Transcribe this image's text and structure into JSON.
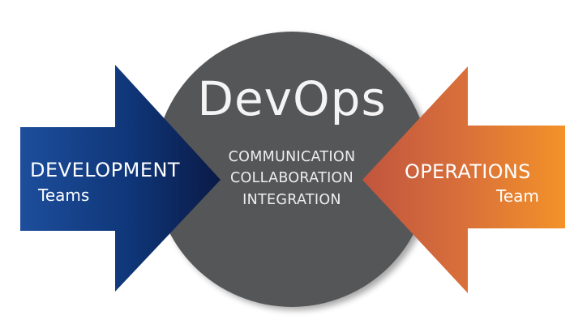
{
  "diagram": {
    "title": "DevOps",
    "pillars": [
      "COMMUNICATION",
      "COLLABORATION",
      "INTEGRATION"
    ],
    "left_arrow": {
      "label": "DEVELOPMENT",
      "sublabel": "Teams"
    },
    "right_arrow": {
      "label": "OPERATIONS",
      "sublabel": "Team"
    },
    "colors": {
      "circle": "#555658",
      "left_arrow_start": "#1d4e9c",
      "left_arrow_end": "#0c1f52",
      "right_arrow_start": "#c35a3f",
      "right_arrow_end": "#f28e2b",
      "text": "#ffffff",
      "background": "#ffffff"
    }
  }
}
